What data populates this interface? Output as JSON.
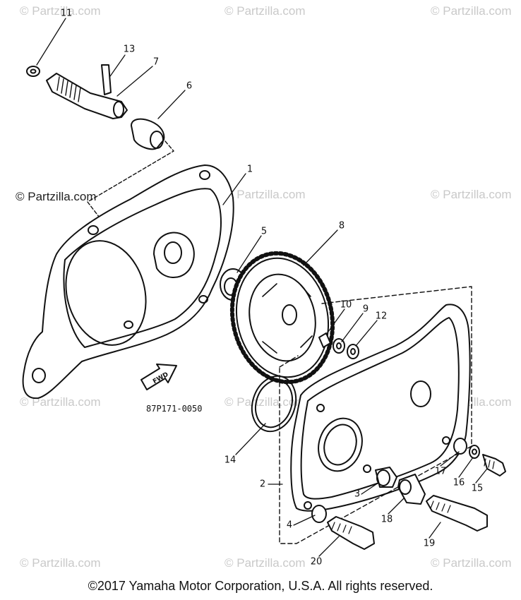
{
  "watermark": {
    "text": "© Partzilla.com",
    "color": "#c9c9c9"
  },
  "partzilla_mark": "© Partzilla.com",
  "diagram_code": "87P171-0050",
  "fwd_arrow_label": "FWD",
  "copyright": "©2017  Yamaha Motor Corporation, U.S.A. All rights reserved.",
  "callouts": [
    "11",
    "13",
    "7",
    "6",
    "1",
    "5",
    "8",
    "10",
    "9",
    "12",
    "14",
    "2",
    "17",
    "16",
    "15",
    "3",
    "18",
    "4",
    "19",
    "20"
  ]
}
